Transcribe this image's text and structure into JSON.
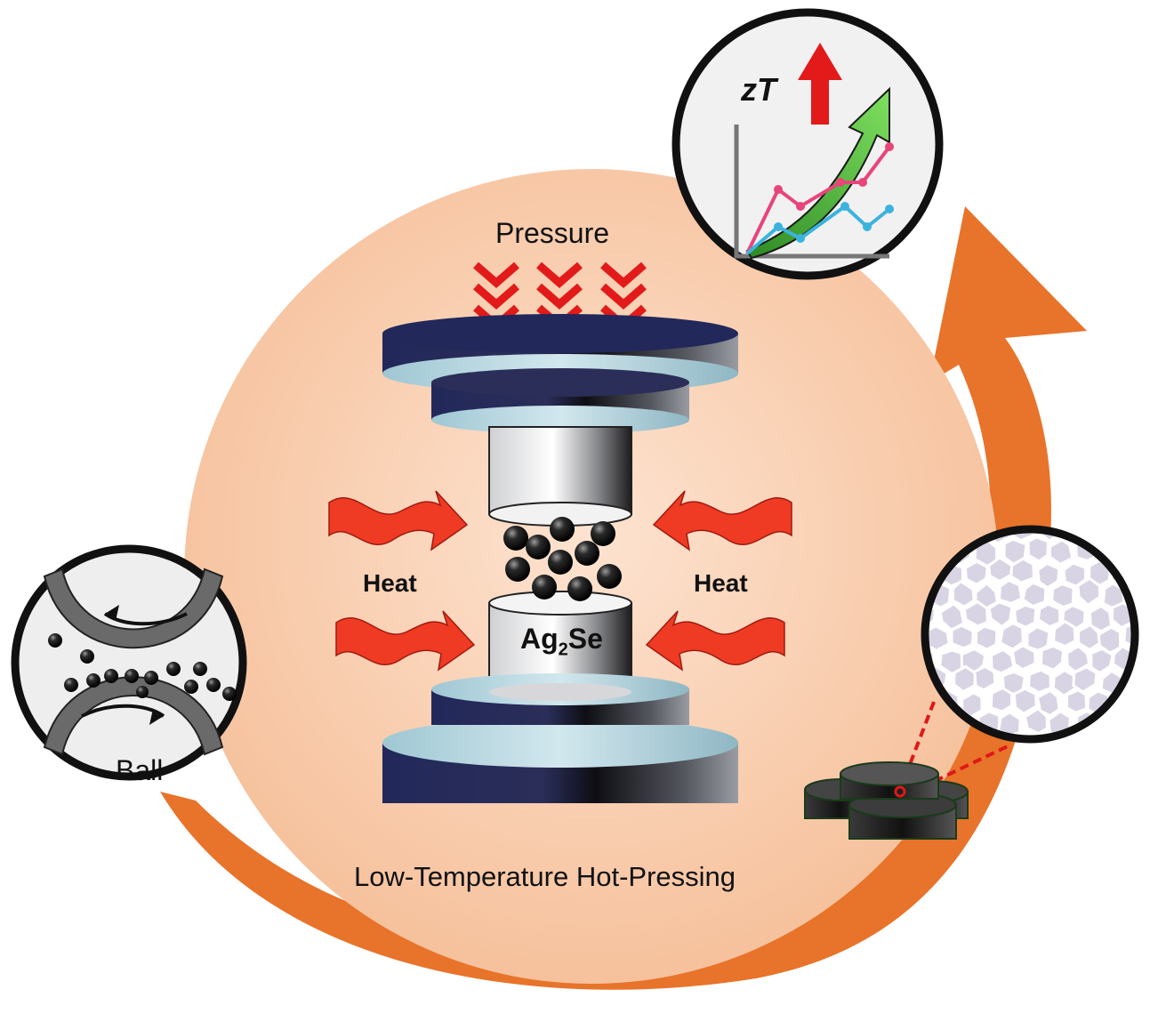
{
  "labels": {
    "pressure": "Pressure",
    "heat_left": "Heat",
    "heat_right": "Heat",
    "material_base": "Ag",
    "material_sub": "2",
    "material_tail": "Se",
    "ball": "Ball",
    "zt": "zT",
    "caption": "Low-Temperature Hot-Pressing"
  },
  "colors": {
    "circle_fill": "#f8cdb0",
    "process_arrow": "#e8732a",
    "press_plate_dark": "#1d2450",
    "press_plate_light": "#b8d6df",
    "heat_arrow": "#ef3b24",
    "pressure_chevron": "#e21a1a",
    "zt_up_arrow": "#e21a1a",
    "zt_trend_arrow": "#4ccb3a",
    "zt_series_pink": "#e8457a",
    "zt_series_blue": "#3bb3dd",
    "particle": "#111111",
    "grain_fill": "#d9d4e4"
  },
  "icons": {
    "heat_arrow": "wavy-heat-arrow-icon",
    "pressure": "chevron-down-icon",
    "ball_mill": "ball-mill-icon",
    "zt_chart": "line-chart-icon",
    "microstructure": "grain-structure-icon",
    "pellets": "pellet-stack-icon"
  }
}
